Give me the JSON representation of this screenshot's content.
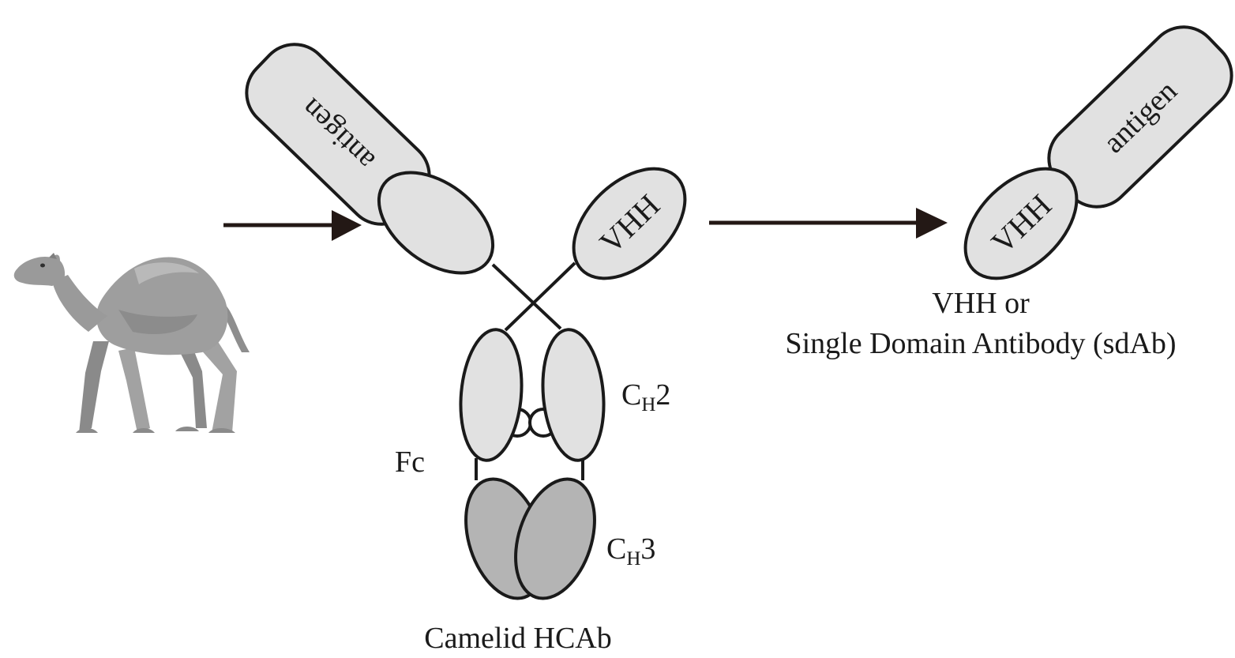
{
  "diagram": {
    "colors": {
      "outline": "#1a1a1a",
      "domain_light": "#e1e1e1",
      "domain_dark": "#b4b4b4",
      "camel": "#9a9a9a",
      "arrow": "#231815"
    },
    "icons": [
      "camel-icon",
      "arrow-right-icon"
    ],
    "hcab": {
      "antigen_label": "antigen",
      "vhh_label": "VHH",
      "ch2": {
        "main": "C",
        "sub": "H",
        "num": "2"
      },
      "ch3": {
        "main": "C",
        "sub": "H",
        "num": "3"
      },
      "fc_label": "Fc",
      "caption": "Camelid HCAb"
    },
    "sdab": {
      "antigen_label": "antigen",
      "vhh_label": "VHH",
      "caption_line1": "VHH or",
      "caption_line2": "Single Domain Antibody (sdAb)"
    }
  }
}
